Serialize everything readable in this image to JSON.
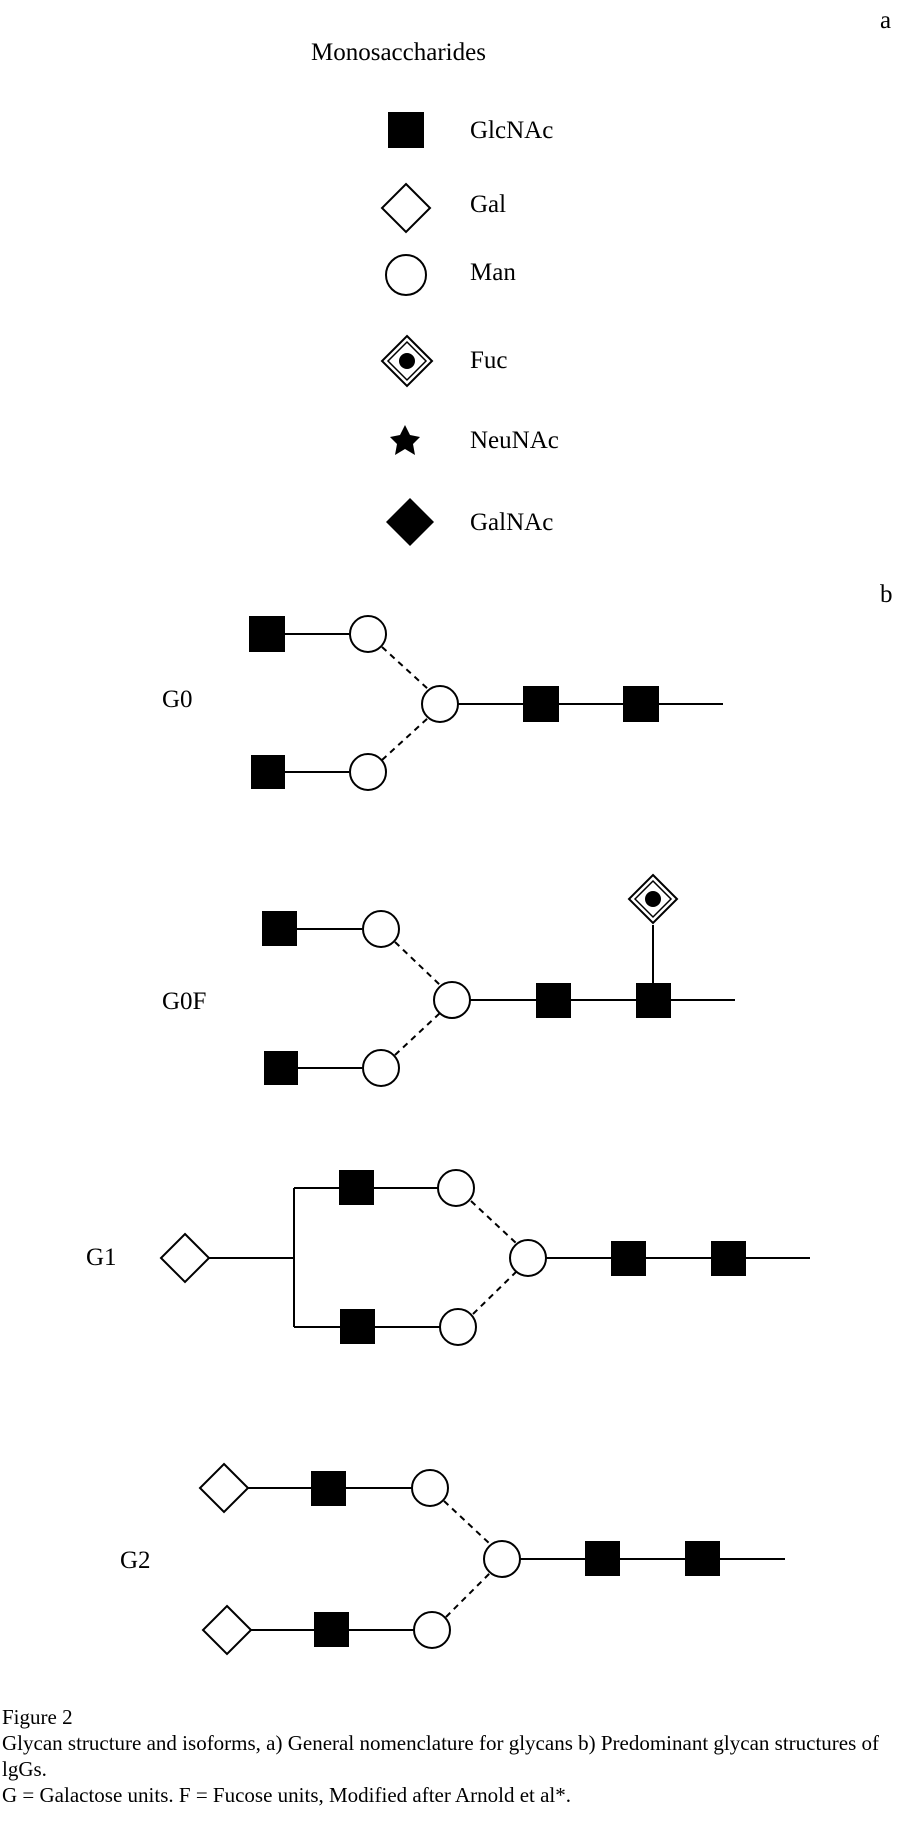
{
  "panel_a": {
    "marker": "a",
    "title": "Monosaccharides",
    "legend": [
      {
        "symbol": "filled-square-icon",
        "label": "GlcNAc"
      },
      {
        "symbol": "open-diamond-icon",
        "label": "Gal"
      },
      {
        "symbol": "open-circle-icon",
        "label": "Man"
      },
      {
        "symbol": "dotted-diamond-icon",
        "label": "Fuc"
      },
      {
        "symbol": "filled-star-icon",
        "label": "NeuNAc"
      },
      {
        "symbol": "filled-diamond-icon",
        "label": "GalNAc"
      }
    ]
  },
  "panel_b": {
    "marker": "b",
    "structures": [
      {
        "label": "G0"
      },
      {
        "label": "G0F"
      },
      {
        "label": "G1"
      },
      {
        "label": "G2"
      }
    ]
  },
  "caption": {
    "line1": "Figure 2",
    "line2": "Glycan structure and isoforms, a) General nomenclature for glycans b) Predominant glycan structures of lgGs.",
    "line3": "G = Galactose units. F = Fucose units, Modified after Arnold et al*."
  },
  "colors": {
    "ink": "#000000",
    "paper": "#ffffff"
  }
}
